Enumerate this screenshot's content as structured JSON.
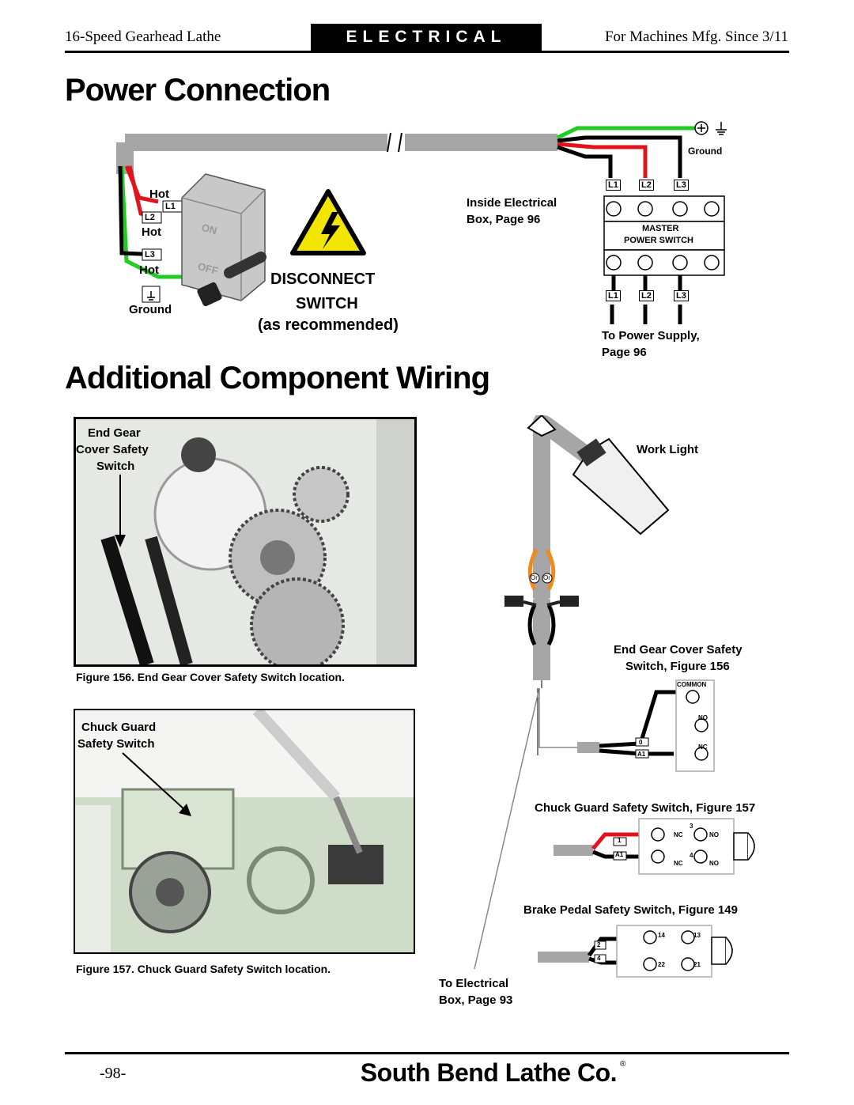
{
  "header": {
    "left": "16-Speed Gearhead Lathe",
    "section": "ELECTRICAL",
    "right": "For Machines Mfg. Since 3/11"
  },
  "power_section": {
    "title": "Power Connection",
    "labels": {
      "hot1": "Hot",
      "hot2": "Hot",
      "hot3": "Hot",
      "l1": "L1",
      "l2": "L2",
      "l3": "L3",
      "ground_left": "Ground",
      "disconnect": "DISCONNECT",
      "switch": "SWITCH",
      "as_recommended": "as recommended",
      "switch_on": "ON",
      "switch_off": "OFF",
      "inside_electrical_1": "Inside Electrical",
      "inside_electrical_2": "Box, Page 96",
      "ground_right": "Ground",
      "master_1": "MASTER",
      "master_2": "POWER SWITCH",
      "to_power_supply_1": "To Power Supply,",
      "to_power_supply_2": "Page 96",
      "top_l1": "L1",
      "top_l2": "L2",
      "top_l3": "L3",
      "bot_l1": "L1",
      "bot_l2": "L2",
      "bot_l3": "L3"
    }
  },
  "wiring_section": {
    "title": "Additional Component Wiring",
    "fig156_label_1": "End Gear",
    "fig156_label_2": "Cover Safety",
    "fig156_label_3": "Switch",
    "fig156_caption": "Figure 156. End Gear Cover Safety Switch location.",
    "fig157_label_1": "Chuck Guard",
    "fig157_label_2": "Safety Switch",
    "fig157_caption": "Figure 157. Chuck Guard Safety Switch location.",
    "work_light": "Work Light",
    "or_1": "Or",
    "or_2": "Or",
    "end_gear_switch_1": "End Gear Cover Safety",
    "end_gear_switch_2": "Switch, Figure 156",
    "common": "COMMON",
    "no": "NO",
    "nc": "NC",
    "term_0": "0",
    "term_a1": "A1",
    "chuck_guard_switch": "Chuck Guard Safety Switch, Figure 157",
    "cg_nc_top": "NC",
    "cg_no_top": "NO",
    "cg_3": "3",
    "cg_4": "4",
    "cg_nc_bot": "NC",
    "cg_no_bot": "NO",
    "cg_term_1": "1",
    "cg_term_a1": "A1",
    "brake_pedal_switch": "Brake Pedal Safety Switch, Figure 149",
    "bp_14": "14",
    "bp_13": "13",
    "bp_22": "22",
    "bp_21": "21",
    "bp_term_2": "2",
    "bp_term_4": "4",
    "to_electrical_1": "To Electrical",
    "to_electrical_2": "Box, Page 93"
  },
  "footer": {
    "page_number": "-98-",
    "brand": "South Bend Lathe Co."
  },
  "colors": {
    "wire_green": "#22cc22",
    "wire_red": "#e0141c",
    "wire_orange": "#f08a1c",
    "conduit_gray": "#a6a6a6",
    "warning_yellow": "#f2e600"
  }
}
